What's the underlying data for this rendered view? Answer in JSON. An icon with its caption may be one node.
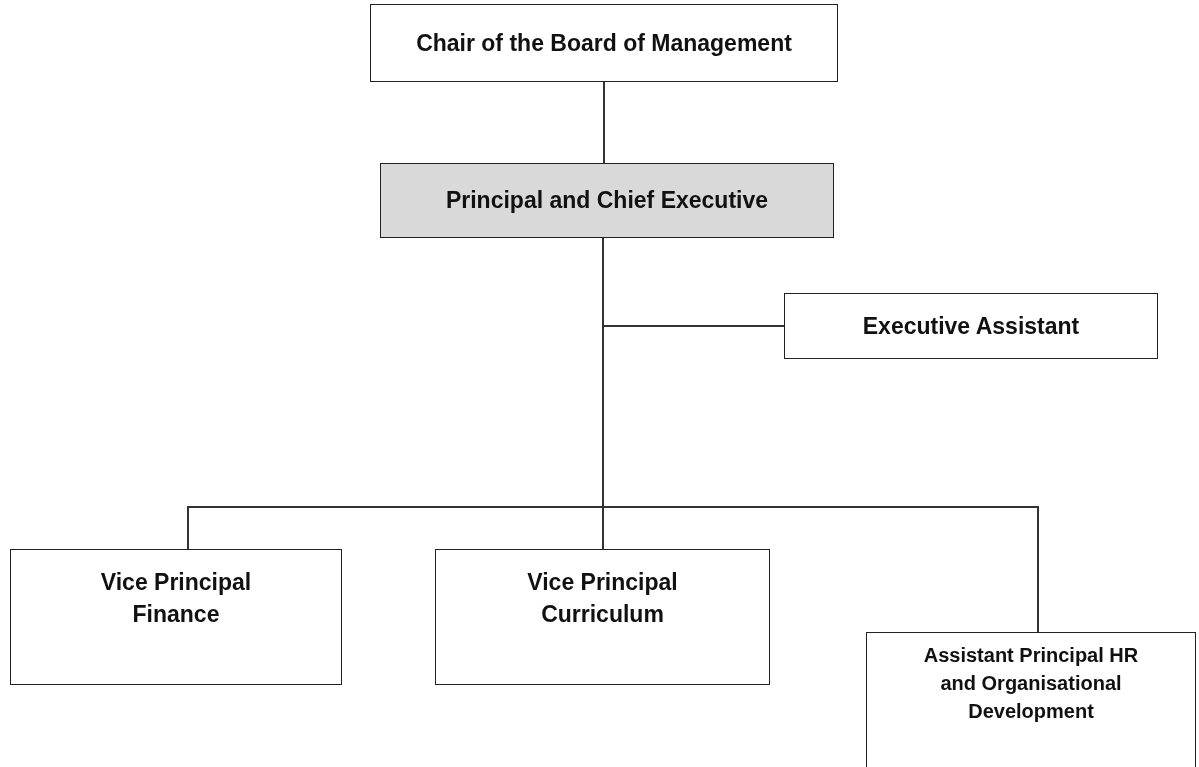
{
  "diagram": {
    "nodes": [
      {
        "text": [
          "Chair of the Board of Management"
        ]
      },
      {
        "text": [
          "Principal and Chief Executive"
        ]
      },
      {
        "text": [
          "Executive Assistant"
        ]
      },
      {
        "text": [
          "Vice Principal Finance"
        ]
      },
      {
        "text": [
          "Vice Principal Curriculum"
        ]
      },
      {
        "text": [
          "Assistant Principal HR and Organisational Development"
        ]
      }
    ],
    "edges": [
      {
        "from": 0,
        "to": 1,
        "arrow": "none"
      },
      {
        "from": 1,
        "to": 2,
        "arrow": "none"
      },
      {
        "from": 1,
        "to": 3,
        "arrow": "none"
      },
      {
        "from": 1,
        "to": 4,
        "arrow": "none"
      },
      {
        "from": 1,
        "to": 5,
        "arrow": "none"
      }
    ]
  }
}
